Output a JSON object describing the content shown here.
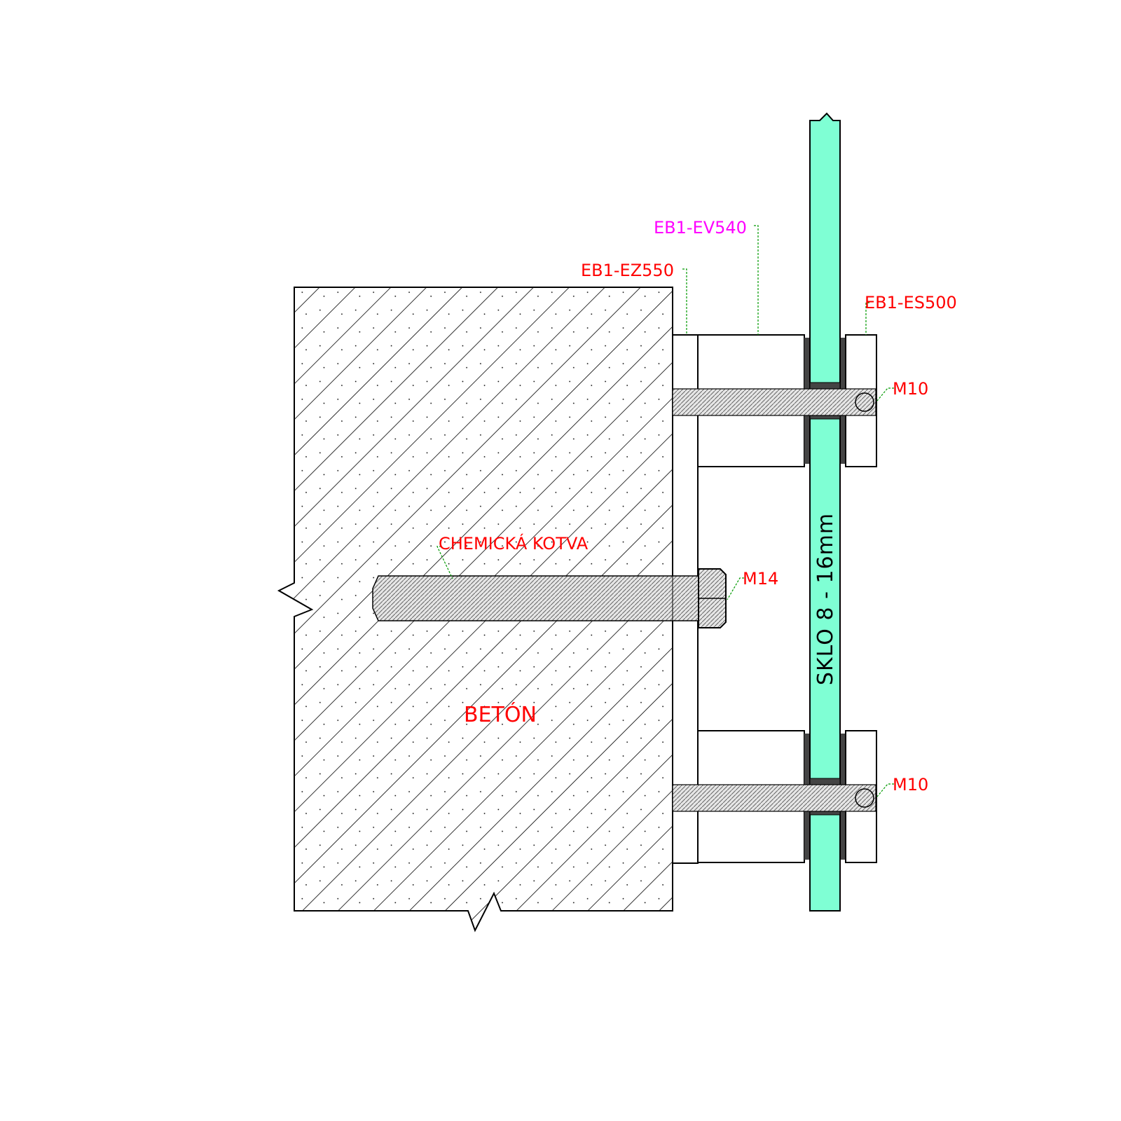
{
  "labels": {
    "ev540": "EB1-EV540",
    "ez550": "EB1-EZ550",
    "es500": "EB1-ES500",
    "m10_top": "M10",
    "m10_bottom": "M10",
    "m14": "M14",
    "anchor": "CHEMICKÁ KOTVA",
    "concrete": "BETÓN",
    "glass": "SKLO  8 - 16mm"
  },
  "colors": {
    "glass": "#7fffd4",
    "label_red": "#ff0000",
    "label_magenta": "#ff00ff",
    "leader_green": "#009900",
    "gasket": "#444444",
    "outline": "#000000"
  }
}
